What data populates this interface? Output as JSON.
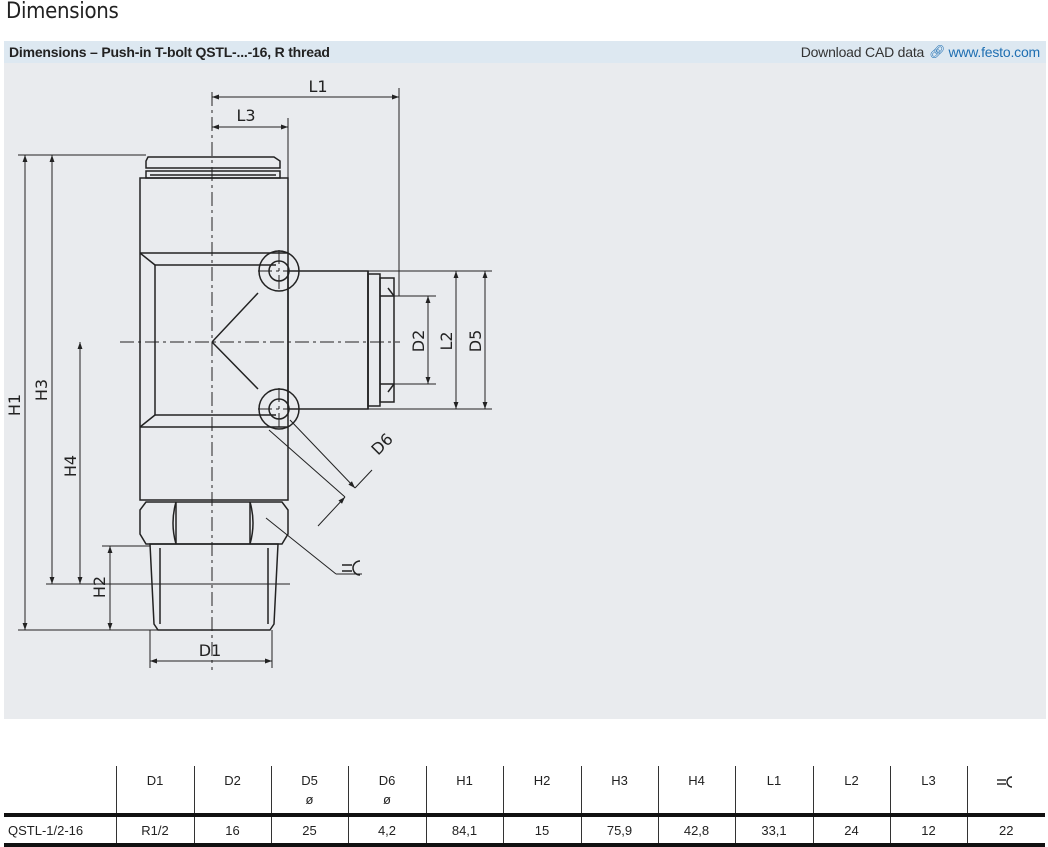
{
  "page": {
    "heading": "Dimensions"
  },
  "panel": {
    "title": "Dimensions – Push-in T-bolt QSTL-...-16, R thread",
    "cad_label": "Download CAD data",
    "cad_link_text": "www.festo.com",
    "link_icon": "link-icon"
  },
  "drawing": {
    "labels": {
      "L1": "L1",
      "L3": "L3",
      "H1": "H1",
      "H3": "H3",
      "H4": "H4",
      "H2": "H2",
      "D1": "D1",
      "D2": "D2",
      "L2": "L2",
      "D5": "D5",
      "D6": "D6"
    },
    "wrench_icon": "wrench-size-icon"
  },
  "table": {
    "headers": [
      {
        "label": "",
        "sub": ""
      },
      {
        "label": "D1",
        "sub": ""
      },
      {
        "label": "D2",
        "sub": ""
      },
      {
        "label": "D5",
        "sub": "ø"
      },
      {
        "label": "D6",
        "sub": "ø"
      },
      {
        "label": "H1",
        "sub": ""
      },
      {
        "label": "H2",
        "sub": ""
      },
      {
        "label": "H3",
        "sub": ""
      },
      {
        "label": "H4",
        "sub": ""
      },
      {
        "label": "L1",
        "sub": ""
      },
      {
        "label": "L2",
        "sub": ""
      },
      {
        "label": "L3",
        "sub": ""
      },
      {
        "label": "",
        "sub": "",
        "icon": "wrench-size-icon"
      }
    ],
    "rows": [
      {
        "cells": [
          "QSTL-1/2-16",
          "R1/2",
          "16",
          "25",
          "4,2",
          "84,1",
          "15",
          "75,9",
          "42,8",
          "33,1",
          "24",
          "12",
          "22"
        ]
      }
    ]
  }
}
